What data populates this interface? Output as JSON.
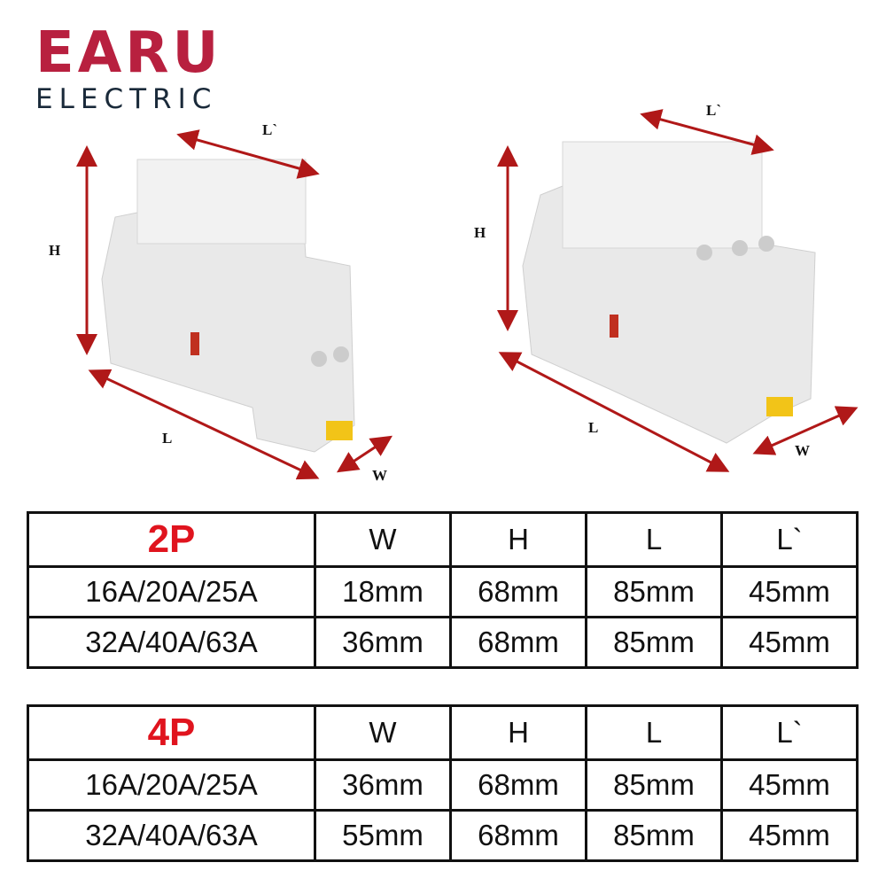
{
  "logo": {
    "brand": "EARU",
    "sub": "ELECTRIC"
  },
  "illustrations": {
    "labels": {
      "h": "H",
      "l": "L",
      "l_prime": "L`",
      "w": "W"
    },
    "arrow_color": "#b01818"
  },
  "tables": [
    {
      "title": "2P",
      "headers": [
        "W",
        "H",
        "L",
        "L`"
      ],
      "rows": [
        {
          "rating": "16A/20A/25A",
          "values": [
            "18mm",
            "68mm",
            "85mm",
            "45mm"
          ]
        },
        {
          "rating": "32A/40A/63A",
          "values": [
            "36mm",
            "68mm",
            "85mm",
            "45mm"
          ]
        }
      ]
    },
    {
      "title": "4P",
      "headers": [
        "W",
        "H",
        "L",
        "L`"
      ],
      "rows": [
        {
          "rating": "16A/20A/25A",
          "values": [
            "36mm",
            "68mm",
            "85mm",
            "45mm"
          ]
        },
        {
          "rating": "32A/40A/63A",
          "values": [
            "55mm",
            "68mm",
            "85mm",
            "45mm"
          ]
        }
      ]
    }
  ]
}
